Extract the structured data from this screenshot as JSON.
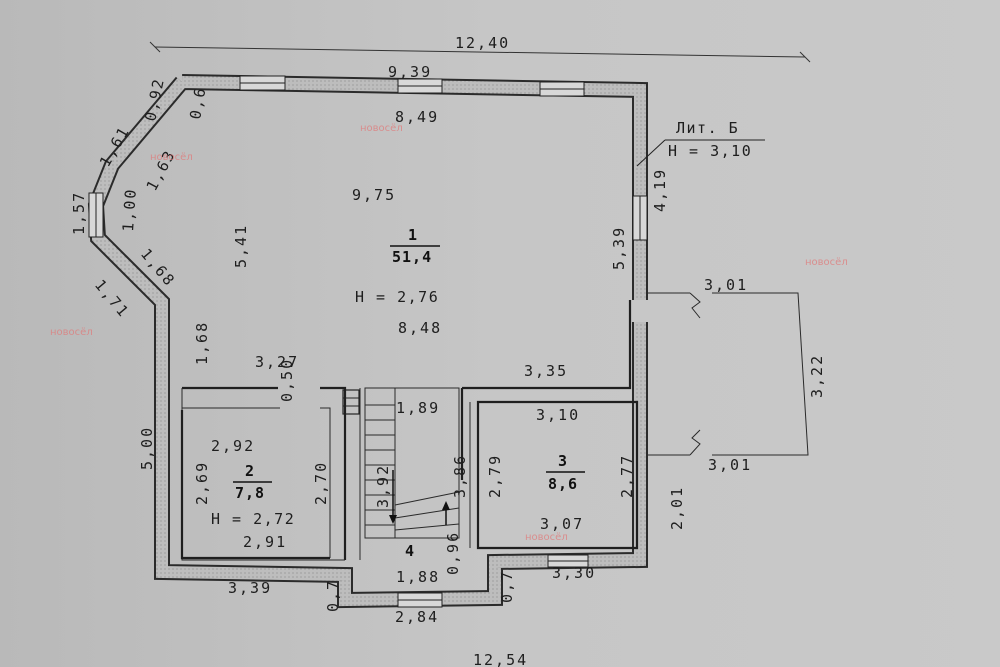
{
  "litera": {
    "label": "Лит. Б",
    "height": "Н = 3,10"
  },
  "rooms": [
    {
      "number": "1",
      "area": "51,4",
      "height": "Н = 2,76"
    },
    {
      "number": "2",
      "area": "7,8",
      "height": "Н = 2,72"
    },
    {
      "number": "3",
      "area": "8,6"
    },
    {
      "number": "4"
    }
  ],
  "dims": {
    "overall_top": "12,40",
    "overall_bottom": "12,54",
    "top_outer": "9,39",
    "top_inner": "8,49",
    "hall_width": "9,75",
    "hall_inner_bottom": "8,48",
    "left_inner_hall": "5,41",
    "right_inner_hall": "5,39",
    "right_outer_hall": "4,19",
    "bay_seg1": "0,92",
    "bay_seg2": "1,61",
    "bay_seg3": "1,57",
    "bay_seg4": "1,71",
    "bay_in1": "0,6",
    "bay_in2": "1,63",
    "bay_in3": "1,00",
    "bay_in4": "1,68",
    "left_lower_inner": "1,68",
    "left_outer_lower": "5,00",
    "partition_left": "3,27",
    "partition_gap": "0,50",
    "partition_right": "3,35",
    "stair_width": "1,89",
    "stair_len_left": "3,92",
    "stair_len_right": "3,86",
    "room2_top": "2,92",
    "room2_left": "2,69",
    "room2_right": "2,70",
    "room2_bottom": "2,91",
    "room3_top": "3,10",
    "room3_left": "2,79",
    "room3_right": "2,77",
    "room3_bottom": "3,07",
    "room3_outer_bottom": "3,30",
    "right_lower_outer": "2,01",
    "porch_top": "3,01",
    "porch_side": "3,22",
    "porch_bottom": "3,01",
    "bottom_left_outer": "3,39",
    "notch_left": "0,7",
    "notch_right": "0,7",
    "room4_bottom": "1,88",
    "room4_right": "0,96",
    "bottom_mid_outer": "2,84"
  },
  "watermark": "новосёл"
}
